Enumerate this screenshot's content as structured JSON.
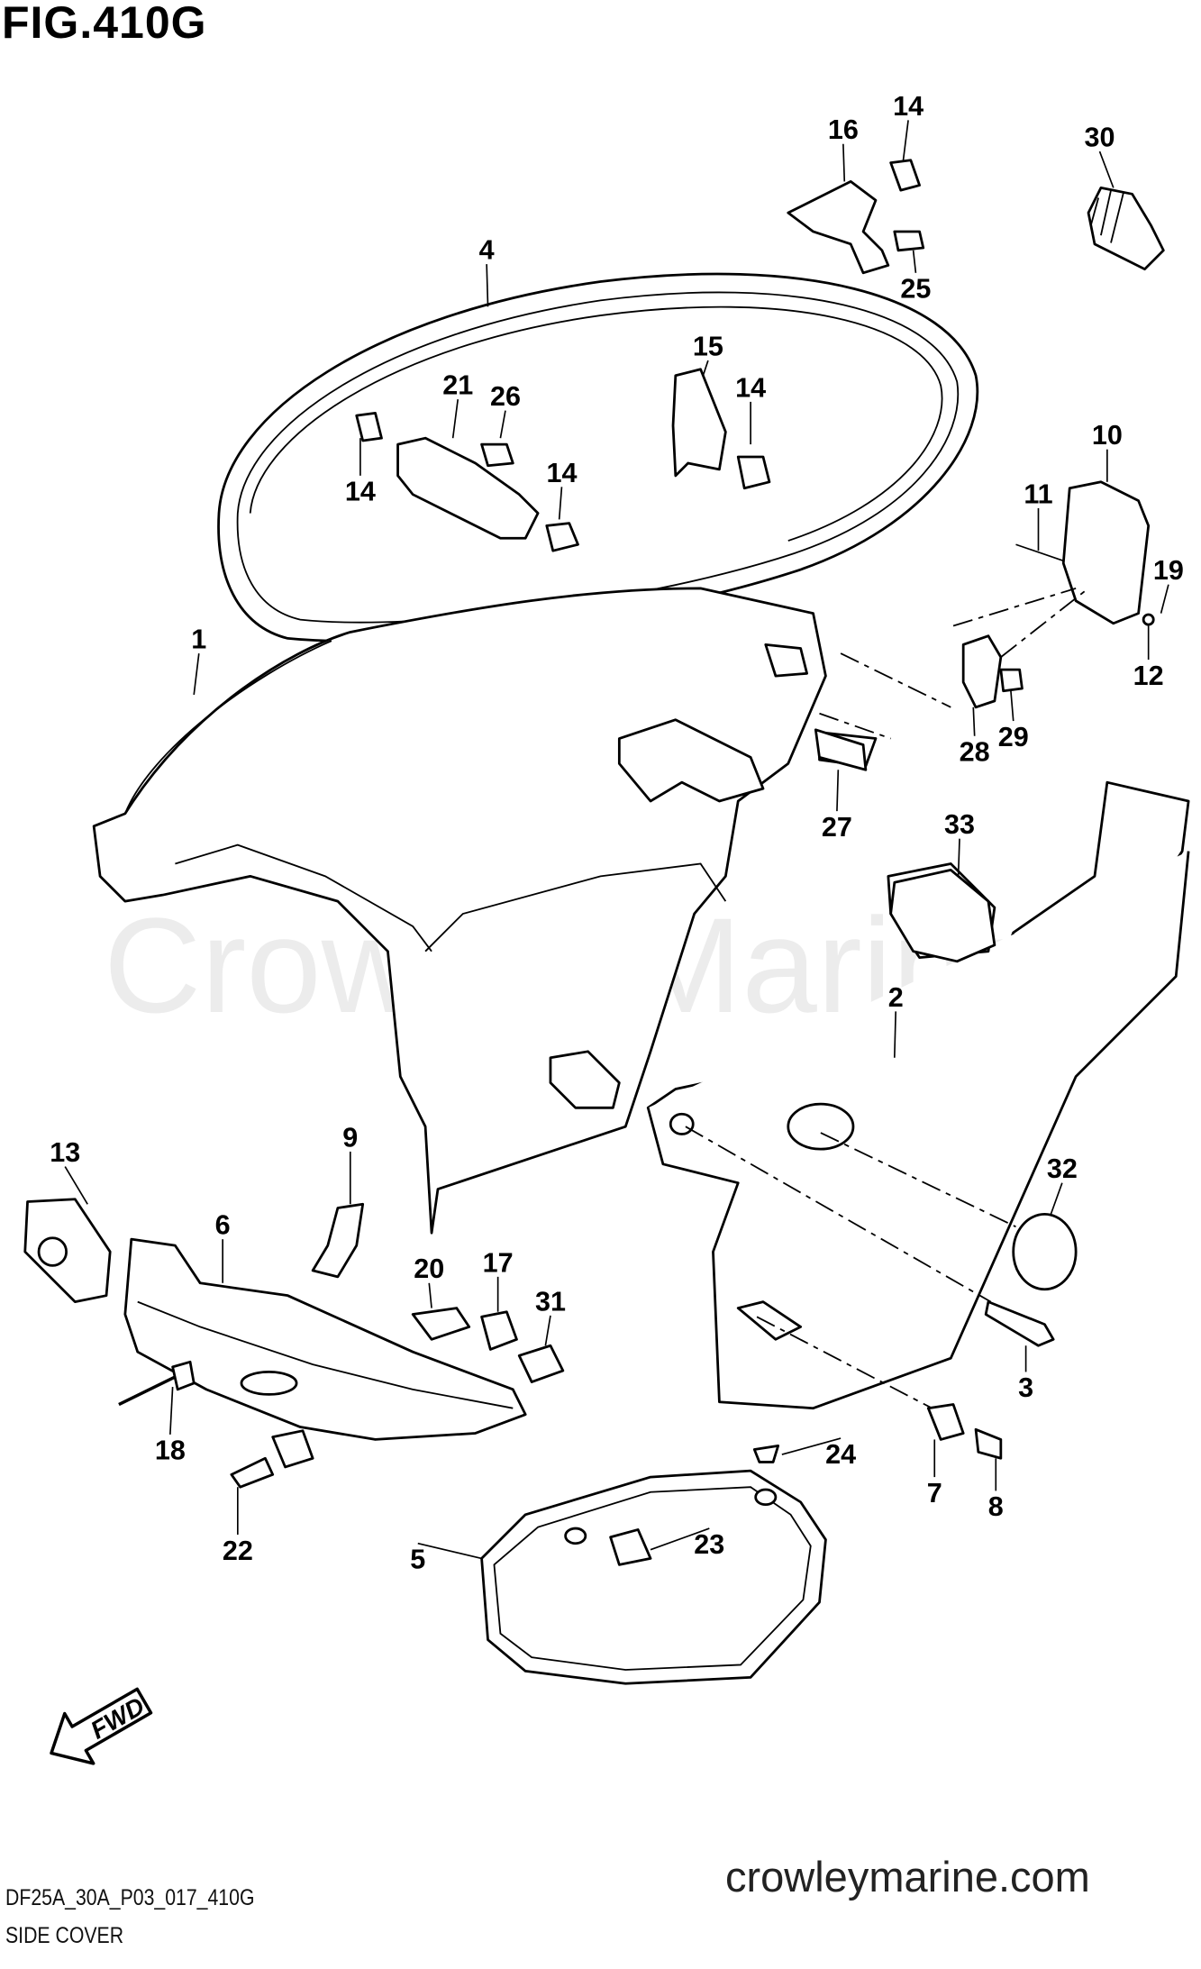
{
  "figure_title": "FIG.410G",
  "watermark": "Crowley Marine",
  "drawing_code": "DF25A_30A_P03_017_410G",
  "caption": "SIDE COVER",
  "website": "crowleymarine.com",
  "fwd_label": "FWD",
  "part_labels": [
    "1",
    "2",
    "3",
    "4",
    "5",
    "6",
    "7",
    "8",
    "9",
    "10",
    "11",
    "12",
    "13",
    "14",
    "14",
    "14",
    "14",
    "15",
    "16",
    "17",
    "18",
    "19",
    "20",
    "21",
    "22",
    "23",
    "24",
    "25",
    "26",
    "27",
    "28",
    "29",
    "30",
    "31",
    "32",
    "33"
  ]
}
